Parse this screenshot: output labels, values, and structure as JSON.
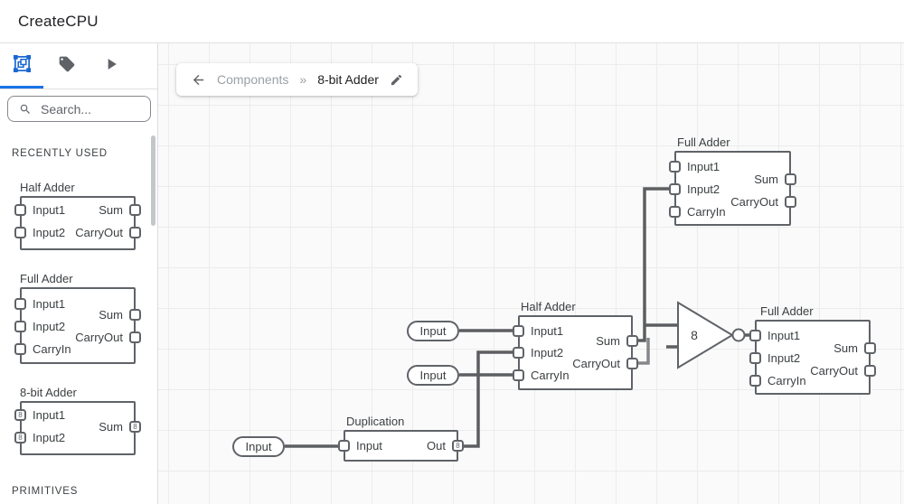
{
  "app": {
    "title": "CreateCPU"
  },
  "sidebar": {
    "tabs": [
      {
        "icon": "components-icon",
        "active": true
      },
      {
        "icon": "tag-icon",
        "active": false
      },
      {
        "icon": "play-icon",
        "active": false
      }
    ],
    "search": {
      "placeholder": "Search...",
      "icon": "search-icon"
    },
    "sections": {
      "recently_used": "RECENTLY USED",
      "primitives": "PRIMITIVES"
    },
    "previews": [
      {
        "title": "Half Adder",
        "left_ports": [
          {
            "label": "Input1"
          },
          {
            "label": "Input2"
          }
        ],
        "right_ports": [
          {
            "label": "Sum"
          },
          {
            "label": "CarryOut"
          }
        ]
      },
      {
        "title": "Full Adder",
        "left_ports": [
          {
            "label": "Input1"
          },
          {
            "label": "Input2"
          },
          {
            "label": "CarryIn"
          }
        ],
        "right_ports": [
          {
            "label": "Sum"
          },
          {
            "label": "CarryOut"
          }
        ]
      },
      {
        "title": "8-bit Adder",
        "left_ports": [
          {
            "label": "Input1",
            "bits": "8"
          },
          {
            "label": "Input2",
            "bits": "8"
          }
        ],
        "right_ports": [
          {
            "label": "Sum",
            "bits": "8"
          }
        ]
      }
    ]
  },
  "breadcrumb": {
    "back_icon": "arrow-left",
    "parent": "Components",
    "separator": "»",
    "current": "8-bit Adder",
    "edit_icon": "pencil"
  },
  "canvas": {
    "nodes": {
      "full_adder_top": {
        "title": "Full Adder",
        "left_ports": [
          {
            "label": "Input1"
          },
          {
            "label": "Input2"
          },
          {
            "label": "CarryIn"
          }
        ],
        "right_ports": [
          {
            "label": "Sum"
          },
          {
            "label": "CarryOut"
          }
        ]
      },
      "half_adder": {
        "title": "Half Adder",
        "left_ports": [
          {
            "label": "Input1"
          },
          {
            "label": "Input2"
          },
          {
            "label": "CarryIn"
          }
        ],
        "right_ports": [
          {
            "label": "Sum"
          },
          {
            "label": "CarryOut"
          }
        ]
      },
      "full_adder_right": {
        "title": "Full Adder",
        "left_ports": [
          {
            "label": "Input1"
          },
          {
            "label": "Input2"
          },
          {
            "label": "CarryIn"
          }
        ],
        "right_ports": [
          {
            "label": "Sum"
          },
          {
            "label": "CarryOut"
          }
        ]
      },
      "duplication": {
        "title": "Duplication",
        "left_ports": [
          {
            "label": "Input"
          }
        ],
        "right_ports": [
          {
            "label": "Out",
            "bits": "8"
          }
        ]
      },
      "not_gate": {
        "bits": "8"
      },
      "input_pills": [
        {
          "label": "Input"
        },
        {
          "label": "Input"
        },
        {
          "label": "Input"
        }
      ]
    }
  },
  "colors": {
    "accent": "#1a73e8",
    "icon_gray": "#5f6368",
    "node_border": "#5f6368",
    "wire": "#5c5e61",
    "wire_light": "#85878a",
    "canvas_bg": "#fafafa",
    "grid_line": "#ececec"
  }
}
